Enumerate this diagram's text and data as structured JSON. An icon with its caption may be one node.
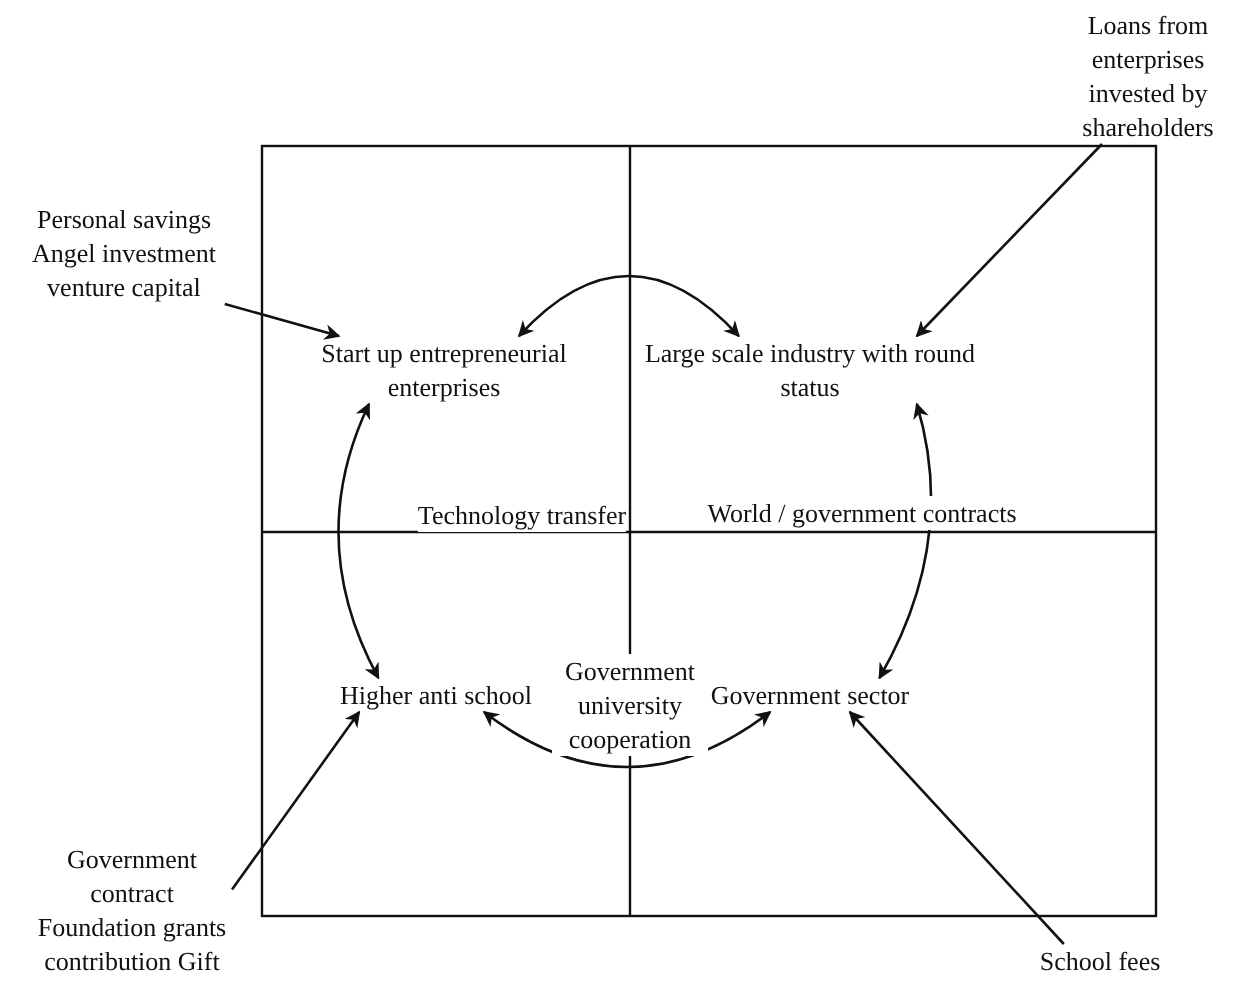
{
  "diagram": {
    "nodes": [
      {
        "text": [
          "Personal savings Angel investment venture capital"
        ]
      },
      {
        "text": [
          "Loans from enterprises invested by shareholders"
        ]
      },
      {
        "text": [
          "Start up entrepreneurial enterprises"
        ]
      },
      {
        "text": [
          "Large scale industry with round status"
        ]
      },
      {
        "text": [
          "Higher anti school"
        ]
      },
      {
        "text": [
          "Government sector"
        ]
      },
      {
        "text": [
          "Government contract Foundation grants contribution Gift"
        ]
      },
      {
        "text": [
          "School fees"
        ]
      }
    ],
    "edges": [
      {
        "from": 0,
        "to": 2,
        "arrow": "to"
      },
      {
        "from": 1,
        "to": 3,
        "arrow": "to"
      },
      {
        "from": 2,
        "to": 3,
        "arrow": "both"
      },
      {
        "from": 2,
        "to": 4,
        "arrow": "both",
        "label": "Technology transfer"
      },
      {
        "from": 3,
        "to": 5,
        "arrow": "both",
        "label": "World / government contracts"
      },
      {
        "from": 4,
        "to": 5,
        "arrow": "both",
        "label": "Government university cooperation"
      },
      {
        "from": 6,
        "to": 4,
        "arrow": "to"
      },
      {
        "from": 7,
        "to": 5,
        "arrow": "to"
      }
    ]
  }
}
